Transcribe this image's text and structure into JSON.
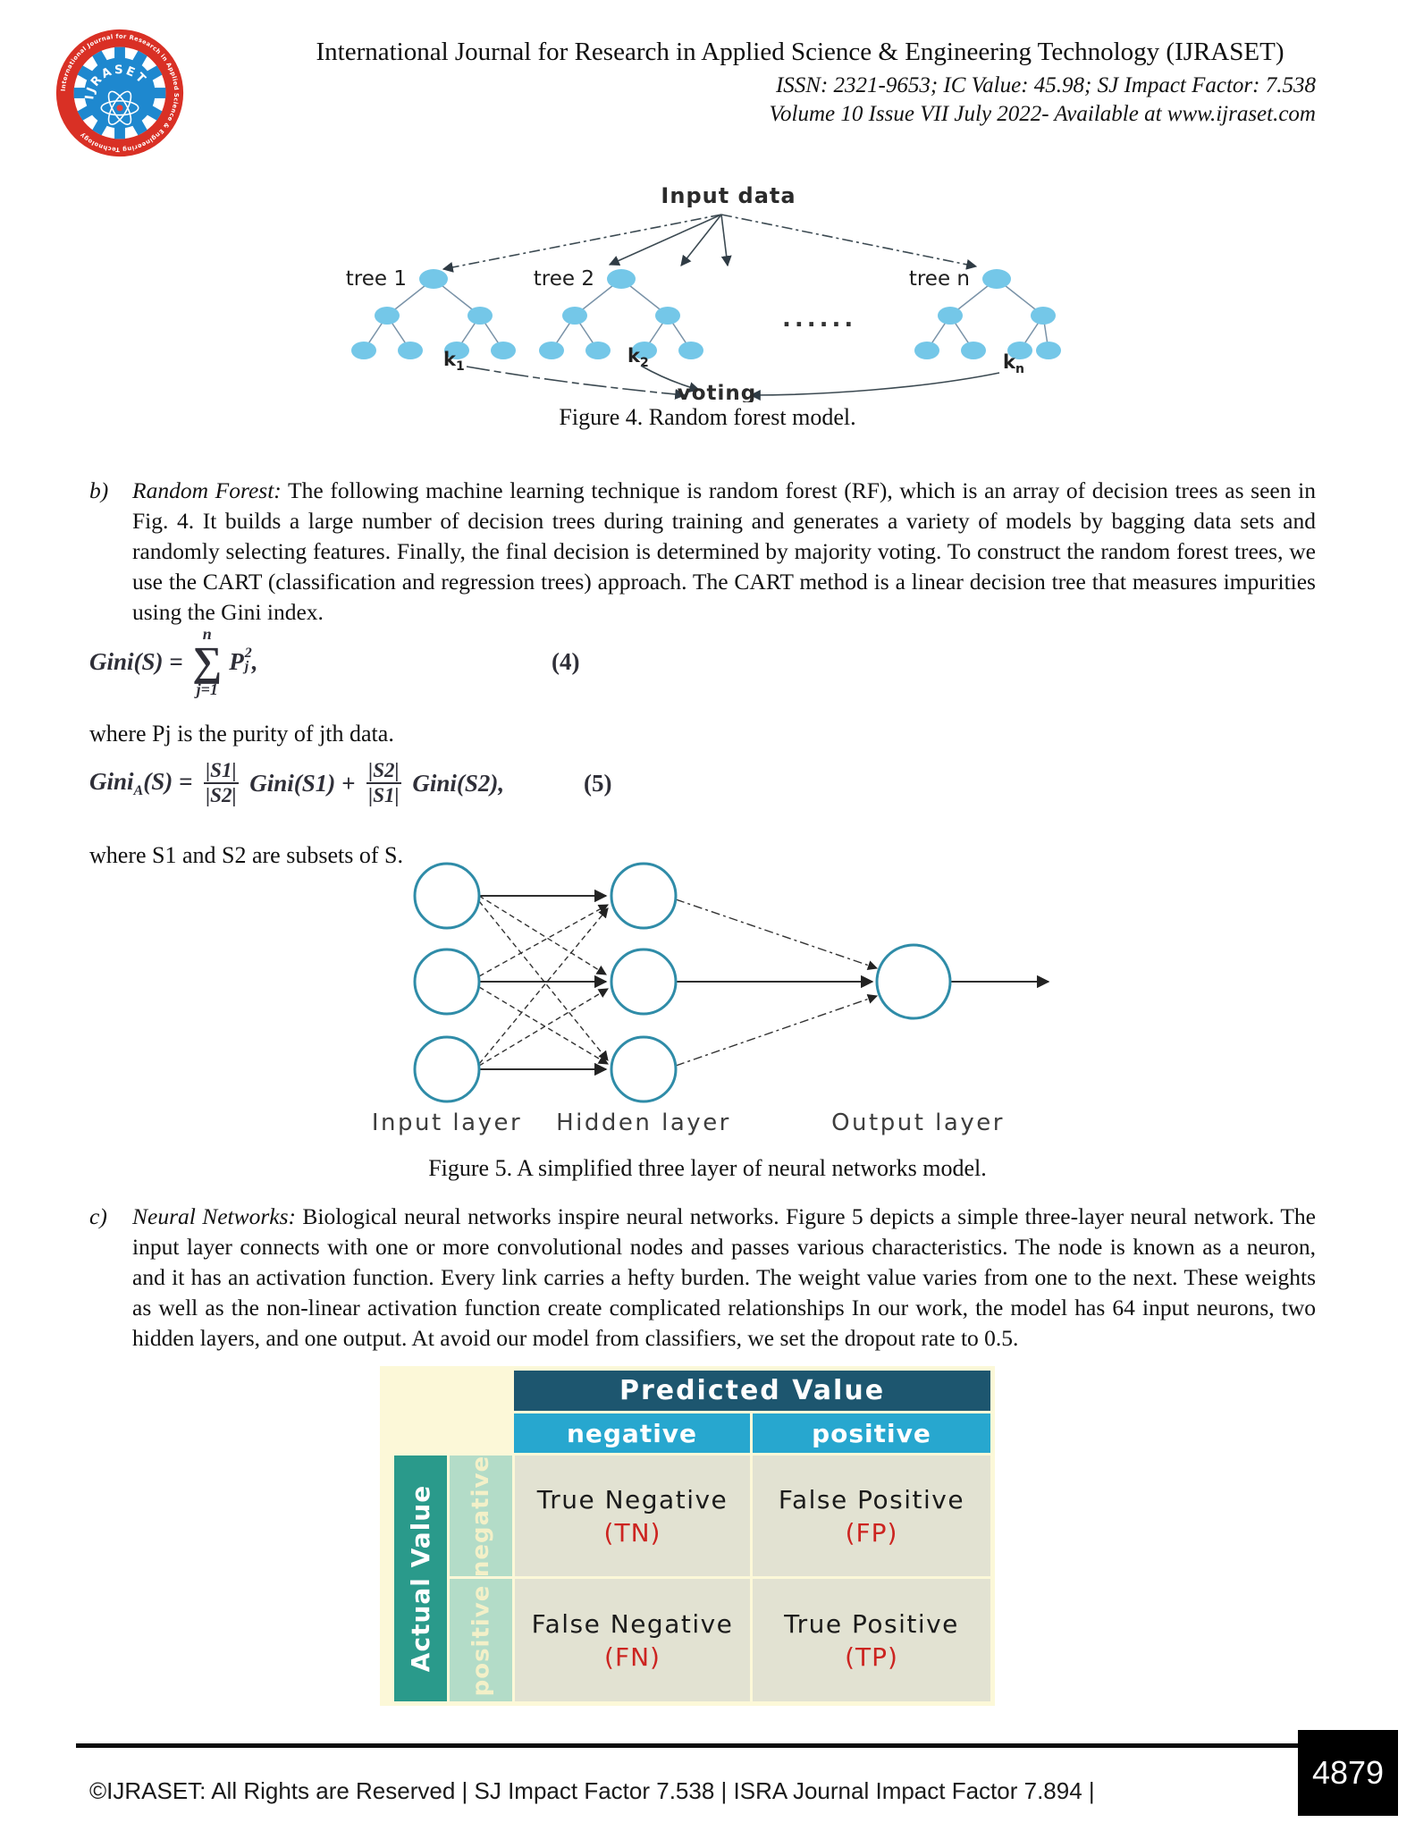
{
  "header": {
    "title": "International Journal for Research in Applied Science & Engineering Technology (IJRASET)",
    "issn_line": "ISSN: 2321-9653; IC Value: 45.98; SJ Impact Factor: 7.538",
    "volume_line": "Volume 10 Issue VII July 2022- Available at www.ijraset.com",
    "logo": {
      "ring_text": "International Journal for Research in Applied Science & Engineering Technology",
      "gear_text": "IJRASET",
      "ring_color": "#d93025",
      "gear_color": "#1e88cf"
    }
  },
  "figure4": {
    "input_label": "Input data",
    "trees": [
      {
        "label": "tree 1",
        "k_base": "k",
        "k_sub": "1"
      },
      {
        "label": "tree 2",
        "k_base": "k",
        "k_sub": "2"
      },
      {
        "label": "tree n",
        "k_base": "k",
        "k_sub": "n"
      }
    ],
    "dots": "......",
    "voting_label": "voting",
    "caption": "Figure 4. Random forest model.",
    "node_color": "#74c7e8"
  },
  "para_b": {
    "marker": "b)",
    "lead": "Random Forest:",
    "body": " The following machine learning technique is random forest (RF), which is an array of decision trees as seen in Fig. 4. It builds a large number of decision trees during training and generates a variety of models by bagging data sets and randomly selecting features. Finally, the final decision is determined by majority voting. To construct the random forest trees, we use the CART (classification and regression trees) approach. The CART method is a linear decision tree that measures impurities using the Gini index."
  },
  "eq4": {
    "lhs": "Gini(S) = ",
    "sum_top": "n",
    "sigma": "∑",
    "sum_bottom": "j=1",
    "p": "P",
    "p_sup": "2",
    "p_sub": "j",
    "comma": ",",
    "tag": "(4)"
  },
  "note_pj": "where Pj is the purity of jth data.",
  "eq5": {
    "gini": "Gini",
    "sub_a": "A",
    "of_s": "(S) = ",
    "f1n": "|S1|",
    "f1d": "|S2|",
    "t1": " Gini(S1) + ",
    "f2n": "|S2|",
    "f2d": "|S1|",
    "t2": " Gini(S2),",
    "tag": "(5)"
  },
  "note_s": "where S1 and S2 are subsets of S.",
  "figure5": {
    "labels": [
      "Input layer",
      "Hidden layer",
      "Output layer"
    ],
    "caption": "Figure 5. A simplified three layer of neural networks model.",
    "node_stroke": "#2f8ca8"
  },
  "para_c": {
    "marker": "c)",
    "lead": "Neural Networks:",
    "body": " Biological neural networks inspire neural networks. Figure 5 depicts a simple three-layer neural network. The input layer connects with one or more convolutional nodes and passes various characteristics. The node is known as a neuron, and it has an activation function. Every link carries a hefty burden. The weight value varies from one to the next. These weights as well as the non-linear activation function create complicated relationships In our work, the model has 64 input neurons, two hidden layers, and one output. At avoid our model from classifiers, we set the dropout rate to 0.5."
  },
  "matrix": {
    "col_group": "Predicted Value",
    "row_group": "Actual Value",
    "col_headers": [
      "negative",
      "positive"
    ],
    "row_headers": [
      "negative",
      "positive"
    ],
    "cells": [
      {
        "label": "True Negative",
        "abbr": "(TN)"
      },
      {
        "label": "False Positive",
        "abbr": "(FP)"
      },
      {
        "label": "False Negative",
        "abbr": "(FN)"
      },
      {
        "label": "True Positive",
        "abbr": "(TP)"
      }
    ],
    "colors": {
      "header_bg": "#1d566f",
      "subheader_bg": "#27a7cf",
      "row_group_bg": "#2a9a8b",
      "row_label_bg": "#b3dcc8",
      "cell_bg": "#e2e2d2",
      "container_bg": "#fcf8d8",
      "abbr_red": "#cc2420"
    }
  },
  "footer": {
    "text": "©IJRASET: All Rights are Reserved | SJ Impact Factor 7.538 | ISRA Journal Impact Factor 7.894 |",
    "page_number": "4879"
  }
}
